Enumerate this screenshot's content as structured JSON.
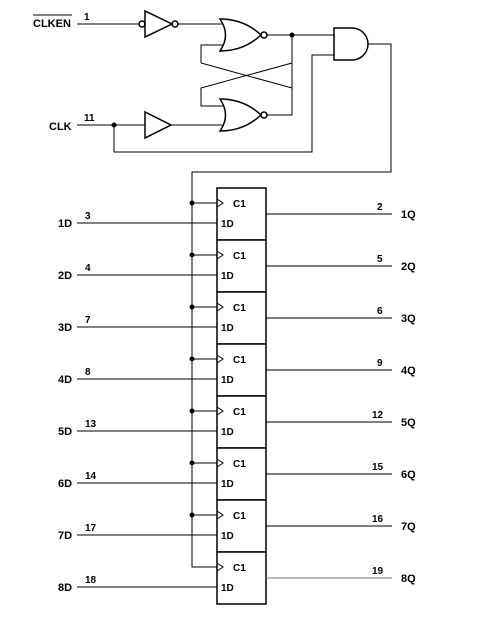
{
  "control": {
    "clken": {
      "label": "CLKEN",
      "pin": "1"
    },
    "clk": {
      "label": "CLK",
      "pin": "11"
    }
  },
  "cell_labels": {
    "clock": "C1",
    "data": "1D"
  },
  "flipflops": [
    {
      "d_label": "1D",
      "d_pin": "3",
      "q_label": "1Q",
      "q_pin": "2"
    },
    {
      "d_label": "2D",
      "d_pin": "4",
      "q_label": "2Q",
      "q_pin": "5"
    },
    {
      "d_label": "3D",
      "d_pin": "7",
      "q_label": "3Q",
      "q_pin": "6"
    },
    {
      "d_label": "4D",
      "d_pin": "8",
      "q_label": "4Q",
      "q_pin": "9"
    },
    {
      "d_label": "5D",
      "d_pin": "13",
      "q_label": "5Q",
      "q_pin": "12"
    },
    {
      "d_label": "6D",
      "d_pin": "14",
      "q_label": "6Q",
      "q_pin": "15"
    },
    {
      "d_label": "7D",
      "d_pin": "17",
      "q_label": "7Q",
      "q_pin": "16"
    },
    {
      "d_label": "8D",
      "d_pin": "18",
      "q_label": "8Q",
      "q_pin": "19"
    }
  ]
}
